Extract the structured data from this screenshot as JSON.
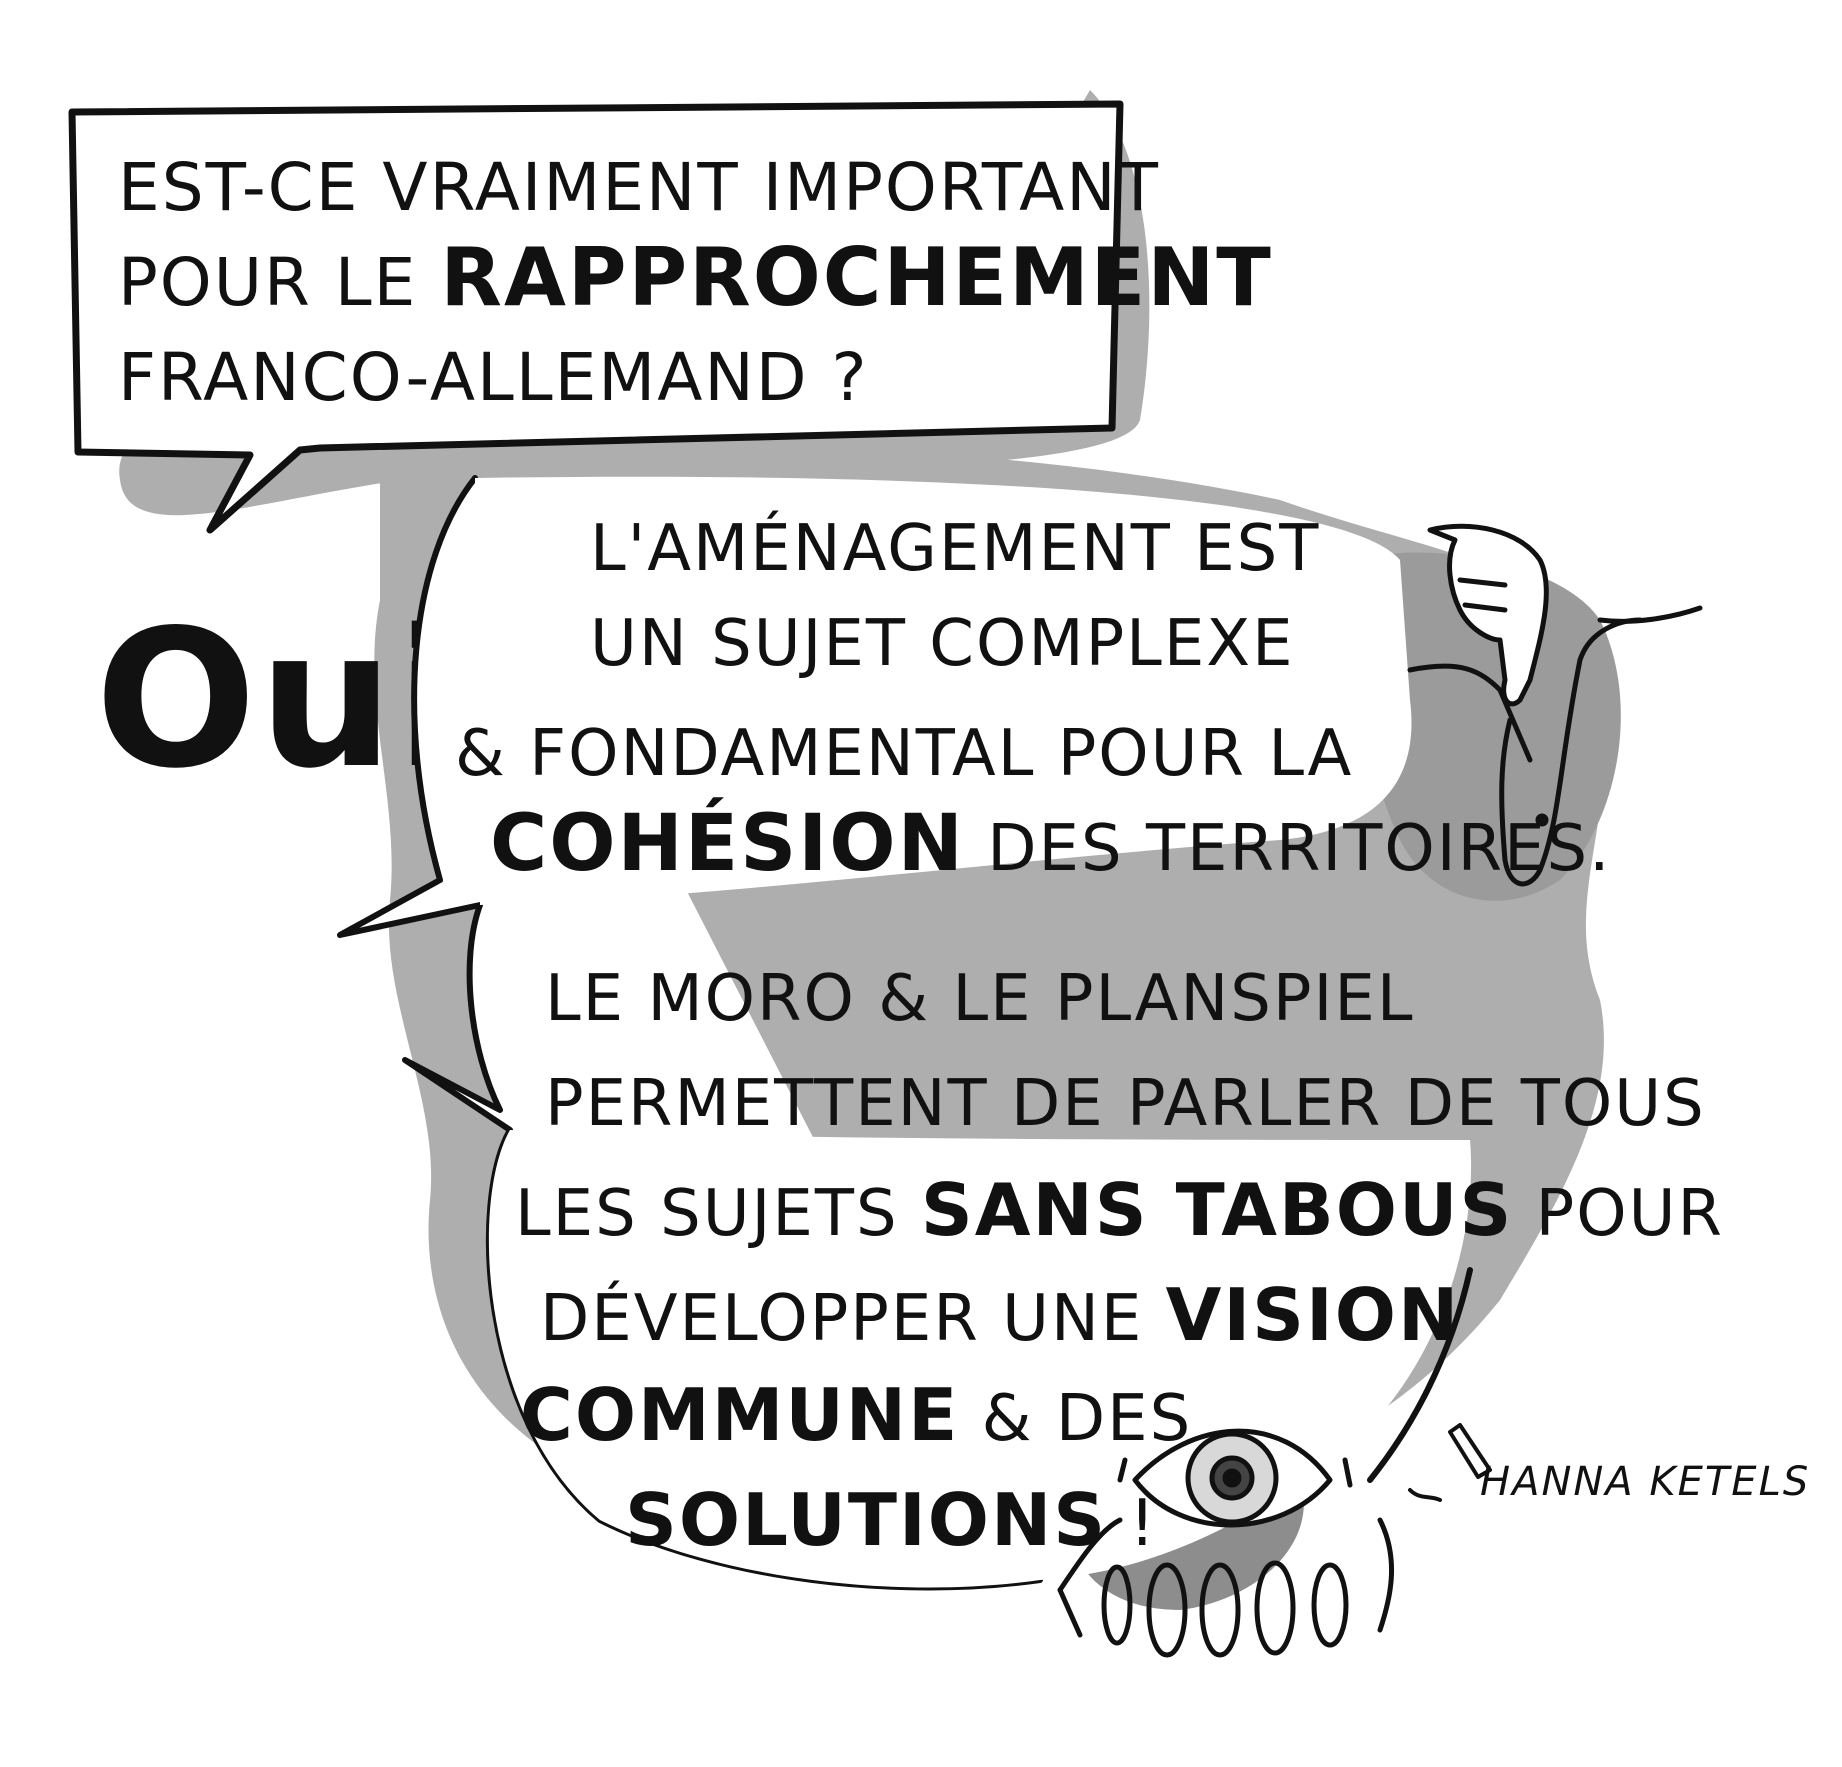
{
  "question": {
    "line1": "EST-CE VRAIMENT IMPORTANT",
    "line2_prefix": "POUR LE ",
    "line2_bold": "RAPPROCHEMENT",
    "line3": "FRANCO-ALLEMAND ?"
  },
  "answer": {
    "exclaim": "Oui!"
  },
  "bubble1": {
    "line1": "L'AMÉNAGEMENT EST",
    "line2": "UN SUJET COMPLEXE",
    "line3": "& FONDAMENTAL POUR LA",
    "line4_bold": "COHÉSION",
    "line4_rest": " DES TERRITOIRES."
  },
  "bubble2": {
    "line1": "LE MORO & LE PLANSPIEL",
    "line2": "PERMETTENT DE PARLER DE TOUS",
    "line3_prefix": "LES SUJETS ",
    "line3_bold": "SANS TABOUS",
    "line3_suffix": " POUR",
    "line4_prefix": "DÉVELOPPER UNE ",
    "line4_bold": "VISION",
    "line5_bold": "COMMUNE",
    "line5_rest": " & DES",
    "line6_bold": "SOLUTIONS",
    "line6_rest": "!"
  },
  "signature": {
    "name": "HANNA KETELS"
  },
  "icons": [
    "pointing-hand-icon",
    "eye-icon",
    "pencil-icon"
  ],
  "colors": {
    "ink": "#111111",
    "shade": "#9a9a9a",
    "paper": "#ffffff"
  }
}
